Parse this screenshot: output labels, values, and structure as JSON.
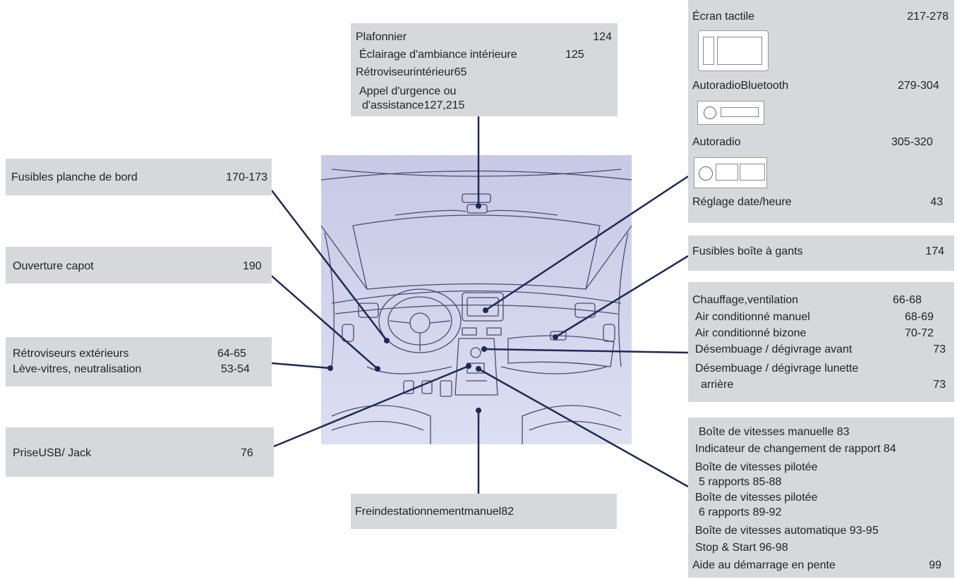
{
  "plafonnier": {
    "line1": "Plafonnier",
    "line1_page": "124",
    "line2": "Éclairage d'ambiance intérieure",
    "line2_page": "125",
    "line3": "Rétroviseurintérieur65",
    "line4": "Appel d'urgence ou",
    "line5": "d'assistance127,215"
  },
  "fusibles_planche": {
    "label": "Fusibles planche de bord",
    "page": "170-173"
  },
  "ouverture_capot": {
    "label": "Ouverture capot",
    "page": "190"
  },
  "retroviseurs": {
    "line1": "Rétroviseurs extérieurs",
    "line1_page": "64-65",
    "line2": "Lève-vitres, neutralisation",
    "line2_page": "53-54"
  },
  "prise_usb": {
    "label": "PriseUSB/ Jack",
    "page": "76"
  },
  "frein": {
    "label": "Freindestationnementmanuel82"
  },
  "multimedia": {
    "ecran_label": "Écran tactile",
    "ecran_page": "217-278",
    "bt_label": "AutoradioBluetooth",
    "bt_page": "279-304",
    "radio_label": "Autoradio",
    "radio_page": "305-320",
    "date_label": "Réglage date/heure",
    "date_page": "43"
  },
  "fusibles_gants": {
    "label": "Fusibles boîte à gants",
    "page": "174"
  },
  "chauffage": {
    "l1": "Chauffage,ventilation",
    "p1": "66-68",
    "l2": "Air conditionné manuel",
    "p2": "68-69",
    "l3": "Air conditionné bizone",
    "p3": "70-72",
    "l4": "Désembuage / dégivrage avant",
    "p4": "73",
    "l5": "Désembuage / dégivrage lunette",
    "l6": "arrière",
    "p6": "73"
  },
  "boite": {
    "l1": "Boîte de vitesses manuelle  83",
    "l2": "Indicateur de changement de rapport  84",
    "l3": "Boîte de vitesses pilotée",
    "l4": "5 rapports  85-88",
    "l5": "Boîte de vitesses pilotée",
    "l6": "6 rapports  89-92",
    "l7": "Boîte de vitesses automatique  93-95",
    "l8": "Stop & Start  96-98",
    "l9": "Aide au démarrage en pente",
    "p9": "99"
  }
}
